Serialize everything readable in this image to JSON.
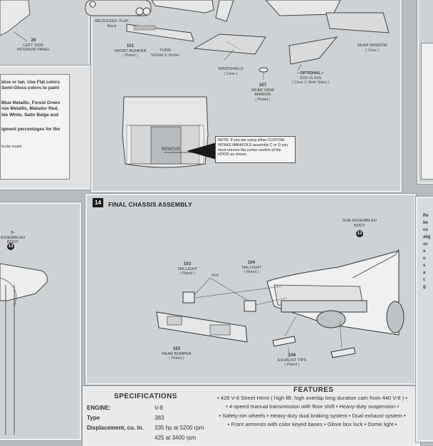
{
  "top_panel": {
    "parts": [
      {
        "name": "RECESSED: Flat",
        "sub": "Black"
      },
      {
        "number": "101",
        "name": "FRONT BUMPER",
        "sub": "( Plated )"
      },
      {
        "name": "TURN",
        "sub": "SIGNALS: Amber"
      },
      {
        "name": "WINDSHIELD",
        "sub": "( Clear )"
      },
      {
        "number": "107",
        "name": "REAR VIEW MIRROR",
        "sub": "( Plated )"
      },
      {
        "name": "• OPTIONAL •",
        "sub1": "SIDE GLASS",
        "sub2": "( Clear ) ( Both Sides )"
      },
      {
        "name": "REAR WINDOW",
        "sub": "( Clear )"
      }
    ],
    "remove_label": "REMOVE",
    "note": "NOTE: If you are using either CUSTOM INTAKE MANIFOLD assembly C or D you must remove the center section of the HOOD as shown."
  },
  "left_top_panel": {
    "part_number": "26",
    "part_name": "LEFT SIDE INTERIOR PANEL",
    "text_lines": [
      "blue or tan. Use Flat colors",
      "Semi-Gloss colors to paint",
      "",
      "Blue Metallic, Forest Green",
      "nze Metallic, Matador Red,",
      "ble White, Satin Beige and",
      "",
      "igment percentages for the",
      "",
      "ticular model."
    ]
  },
  "left_bottom_panel": {
    "label": "B-ASSEMBLED BODY",
    "number": "13"
  },
  "step": {
    "number": "14",
    "title": "FINAL CHASSIS ASSEMBLY",
    "parts": [
      {
        "number": "103",
        "name": "TAILLIGHT",
        "sub": "( Plated )"
      },
      {
        "name": "Red"
      },
      {
        "number": "104",
        "name": "TAILLIGHT",
        "sub": "( Plated )"
      },
      {
        "name": "SUB-ASSEMBLED BODY",
        "badge": "13"
      },
      {
        "number": "102",
        "name": "REAR BUMPER",
        "sub": "( Plated )"
      },
      {
        "number": "108",
        "name": "EXHAUST TIPS",
        "sub": "( Plated )"
      }
    ]
  },
  "specifications": {
    "title": "SPECIFICATIONS",
    "rows": [
      {
        "key": "ENGINE:",
        "value": "V-8"
      },
      {
        "key": "Type",
        "value": "383"
      },
      {
        "key": "Displacement, cu. in.",
        "value": "335 hp at 5200 rpm"
      },
      {
        "key": "",
        "value": "425 at 3400 rpm"
      }
    ]
  },
  "features": {
    "title": "FEATURES",
    "lines": [
      "• 426 V-8 Street Hemi ( high lift, high overlap long duration cam from 440 V-8 ) •",
      "• 4-speed manual transmission with floor shift • Heavy-duty suspension •",
      "• Safety-rim wheels • Heavy-duty dual braking system • Dual exhaust system •",
      "• Front armrests with color keyed bases • Glove box lock • Dome light •"
    ]
  },
  "right_strip": {
    "letters": [
      "Re",
      "be",
      "co",
      "alig",
      "sc",
      "a",
      "u",
      "s",
      "a",
      "c",
      "g"
    ]
  }
}
